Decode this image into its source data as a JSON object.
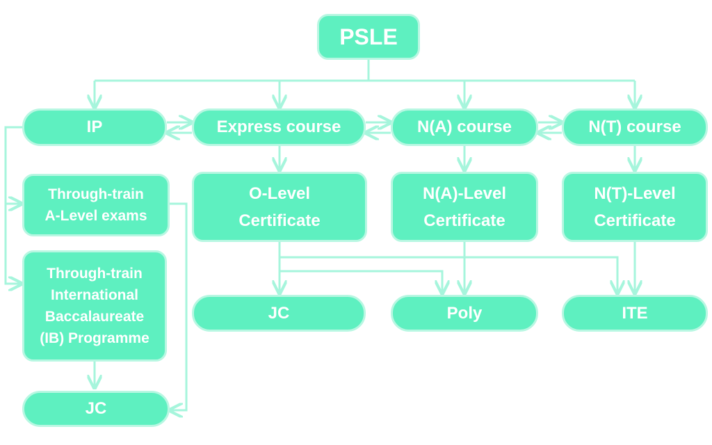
{
  "diagram": {
    "nodes": {
      "psle": "PSLE",
      "ip": "IP",
      "express": "Express course",
      "na": "N(A) course",
      "nt": "N(T) course",
      "through_train_alevel": "Through-train\nA-Level exams",
      "through_train_ib": "Through-train\nInternational\nBaccalaureate\n(IB) Programme",
      "ip_jc": "JC",
      "olevel": "O-Level\nCertificate",
      "nalevel": "N(A)-Level\nCertificate",
      "ntlevel": "N(T)-Level\nCertificate",
      "jc": "JC",
      "poly": "Poly",
      "ite": "ITE"
    },
    "colors": {
      "node_fill": "#5ef0c0",
      "node_border": "#b8f7e2",
      "connector": "#a6f5dc",
      "text": "#ffffff"
    }
  }
}
